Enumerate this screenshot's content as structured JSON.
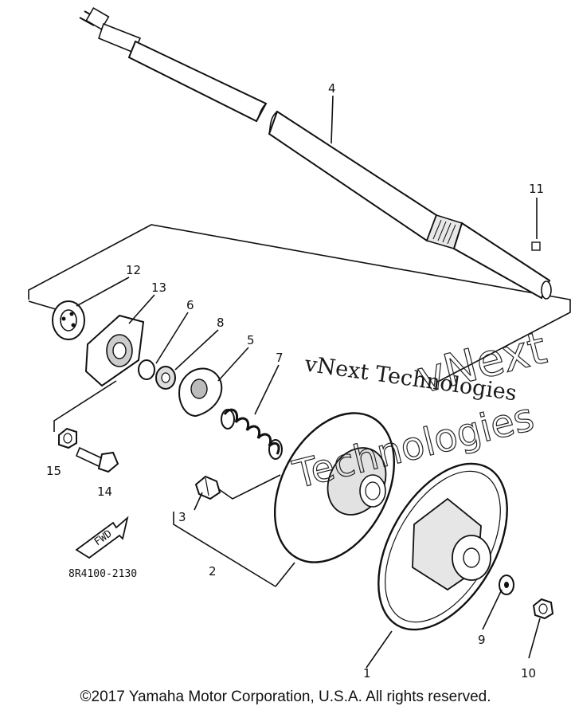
{
  "callouts": {
    "n1": "1",
    "n2": "2",
    "n3": "3",
    "n4": "4",
    "n5": "5",
    "n6": "6",
    "n7": "7",
    "n8": "8",
    "n9": "9",
    "n10": "10",
    "n11": "11",
    "n12": "12",
    "n13": "13",
    "n14": "14",
    "n15": "15"
  },
  "diagram_code": "8R4100-2130",
  "fwd_label": "FWD",
  "watermark": {
    "line1": "vNext Technologies",
    "line2": "vNext",
    "line3": "Technologies"
  },
  "copyright": "©2017 Yamaha Motor Corporation, U.S.A. All rights reserved."
}
